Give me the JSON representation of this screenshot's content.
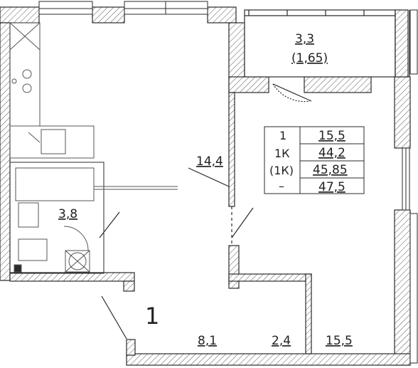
{
  "plan": {
    "apartment_number": "1",
    "balcony": {
      "area": "3,3",
      "reduced_area": "(1,65)"
    },
    "rooms": {
      "kitchen_living": "14,4",
      "bathroom": "3,8",
      "hall": "8,1",
      "storage": "2,4",
      "bedroom": "15,5"
    },
    "legend": {
      "rooms_count": "1",
      "type": "1К",
      "type_alt": "(1К)",
      "dash": "–",
      "living_area": "15,5",
      "total_area": "44,2",
      "total_with_balcony": "45,85",
      "total_with_balcony_full": "47,5"
    }
  },
  "colors": {
    "line": "#2a2a2a",
    "hatch": "#555555",
    "fill": "#ffffff"
  }
}
